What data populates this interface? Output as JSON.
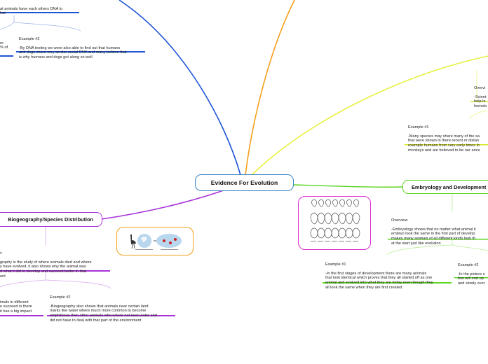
{
  "central": {
    "title": "Evidence For Evolution"
  },
  "colors": {
    "dna": "#1e54d6",
    "biogeo": "#a832d8",
    "embryo": "#5ad41c",
    "homology": "#d6e81e",
    "orange": "#f5a01c",
    "center_border": "#3a84c4"
  },
  "branches": {
    "biogeography": {
      "title": "Biogeography/Species Distribution",
      "overview": {
        "heading": "v",
        "text": "graphy is the study of where animals died and where\ny have evolved, it also shows why the animal was\nd what it did to develop and succeed better in that\nent"
      },
      "example1": {
        "text": "imals in different\no succeed in there\nit has a big impact"
      },
      "example2": {
        "heading": "Example #2",
        "text": "-Biogeography also shows that animals near certain land\nmarks like water where much more common to become\namphibious then other animals who where not near water and\ndid not have to deal with that part of the environment"
      },
      "image_icon": "ostrich-emu-rhea-world-map-image"
    },
    "embryology": {
      "title": "Embryology and Development",
      "overview": {
        "heading": "Overview",
        "text": "-Embryology shows that no matter what animal it\nembryo look the same in the first part of develop\nmakes many animals of all different kinds look th\nat the start just like evolution"
      },
      "example1": {
        "heading": "Example #1",
        "text": "-In the first stages of development there are many animals\nthat look identical which proves that they all started off as one\nanimal and evolved into what they are today even though they\nall look the same when they are first created"
      },
      "example2": {
        "heading": "Example #2",
        "text": "-In the picture s\nfew will end up\nand slowly over"
      },
      "image_icon": "vertebrate-embryo-comparison-image"
    },
    "homology": {
      "overview": {
        "heading": "Overvi",
        "text": "-Scient\nhelp lo\nhomolo"
      },
      "example1": {
        "heading": "Example #1",
        "text": "-Many species may share many of the sa\nthat were shown in there recent or distan\nexample humans from very early times lo\nmonkeys and are believed to be our ance"
      }
    },
    "dna": {
      "top_note": {
        "text": "at animals have each others DNA to\nhat"
      },
      "left_note": {
        "text": "re\n% of"
      },
      "example2": {
        "heading": "Example #2",
        "text": "-By DNA testing we were also able to find out that humans\nand dogs share very similar social DNA and many believe that\nis why humans and dogs get along so well"
      }
    }
  }
}
